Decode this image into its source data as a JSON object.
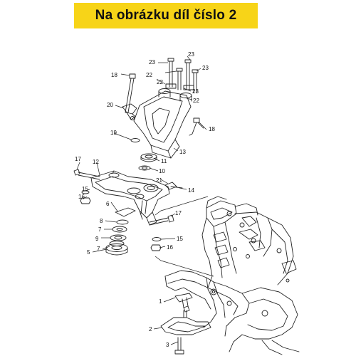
{
  "banner": {
    "title": "Na obrázku díl číslo 2",
    "background": "#f7d418"
  },
  "callouts": {
    "c23a": "23",
    "c23b": "23",
    "c23c": "23",
    "c23d": "23",
    "c22a": "22",
    "c22b": "22",
    "c22c": "22",
    "c18a": "18",
    "c18b": "18",
    "c20": "20",
    "c19": "19",
    "c13": "13",
    "c11": "11",
    "c10": "10",
    "c17a": "17",
    "c17b": "17",
    "c12": "12",
    "c21": "21",
    "c14": "14",
    "c15a": "15",
    "c15b": "15",
    "c16a": "16",
    "c16b": "16",
    "c6": "6",
    "c8": "8",
    "c7a": "7",
    "c7b": "7",
    "c9": "9",
    "c5": "5",
    "c1": "1",
    "c2": "2",
    "c3": "3"
  },
  "colors": {
    "line": "#222222",
    "text": "#111111"
  }
}
